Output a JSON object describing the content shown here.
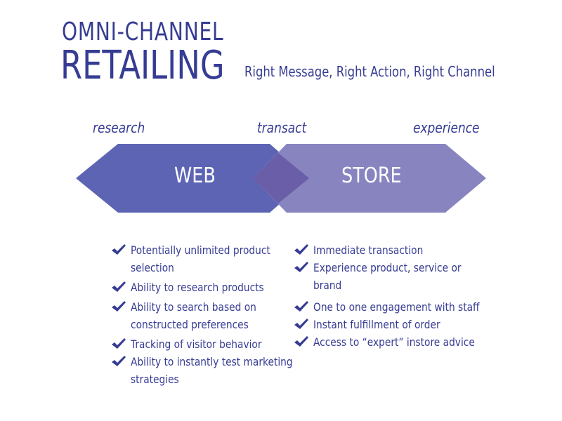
{
  "header": {
    "title_line1": "OMNI-CHANNEL",
    "title_line2": "RETAILING",
    "tagline": "Right Message, Right Action, Right Channel"
  },
  "stages": {
    "research": "research",
    "transact": "transact",
    "experience": "experience"
  },
  "channels": {
    "web": "WEB",
    "store": "STORE"
  },
  "colors": {
    "text": "#363c93",
    "web_arrow": "#5e64b4",
    "store_arrow": "#8784c0",
    "overlap": "#6a5ea8"
  },
  "web_benefits": [
    "Potentially unlimited product",
    "selection",
    "Ability to research products",
    "Ability to search based on",
    "constructed preferences",
    "Tracking of visitor behavior",
    "Ability to instantly test marketing",
    "strategies"
  ],
  "store_benefits": [
    "Immediate transaction",
    "Experience product, service or",
    "brand",
    "One to one engagement with staff",
    "Instant fulfillment of order",
    "Access to “expert” instore advice"
  ],
  "icons": {
    "bullet": "checkmark-icon"
  }
}
